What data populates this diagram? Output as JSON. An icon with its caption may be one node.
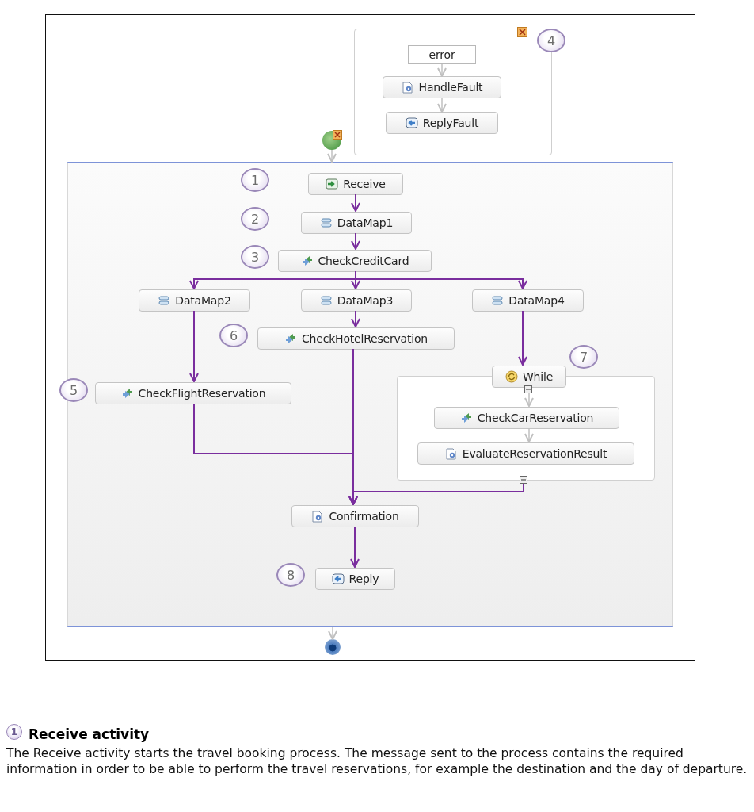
{
  "diagram": {
    "title": "Receive activity",
    "caption": "The Receive activity starts the travel booking process. The message sent to the process contains the required information in order to be able to perform the travel reservations, for example the destination and the day of departure.",
    "nodes": [
      {
        "text": [],
        "shape": "box"
      },
      {
        "text": [
          "error"
        ],
        "in": 0
      },
      {
        "text": [
          "HandleFault"
        ],
        "in": 0
      },
      {
        "text": [
          "ReplyFault"
        ],
        "in": 0
      },
      {
        "text": [],
        "shape": "circle"
      },
      {
        "text": [],
        "shape": "box"
      },
      {
        "text": [
          "Receive"
        ],
        "in": 5
      },
      {
        "text": [
          "DataMap1"
        ],
        "in": 5
      },
      {
        "text": [
          "CheckCreditCard"
        ],
        "in": 5
      },
      {
        "text": [
          "DataMap2"
        ],
        "in": 5
      },
      {
        "text": [
          "DataMap3"
        ],
        "in": 5
      },
      {
        "text": [
          "DataMap4"
        ],
        "in": 5
      },
      {
        "text": [
          "CheckHotelReservation"
        ],
        "in": 5
      },
      {
        "text": [
          "CheckFlightReservation"
        ],
        "in": 5
      },
      {
        "text": [
          "While"
        ],
        "in": 5
      },
      {
        "text": [],
        "shape": "box",
        "in": 5
      },
      {
        "text": [
          "CheckCarReservation"
        ],
        "in": 15
      },
      {
        "text": [
          "EvaluateReservationResult"
        ],
        "in": 15
      },
      {
        "text": [
          "Confirmation"
        ],
        "in": 5
      },
      {
        "text": [
          "Reply"
        ],
        "in": 5
      },
      {
        "text": [],
        "shape": "circle"
      }
    ],
    "edges": [
      {
        "from": 1,
        "to": 2,
        "arrow": "to",
        "color": "#c0c0c0"
      },
      {
        "from": 2,
        "to": 3,
        "arrow": "to",
        "color": "#c0c0c0"
      },
      {
        "from": 4,
        "to": 5,
        "arrow": "to",
        "color": "#c0c0c0"
      },
      {
        "from": 6,
        "to": 7,
        "arrow": "to"
      },
      {
        "from": 7,
        "to": 8,
        "arrow": "to"
      },
      {
        "from": 8,
        "to": 9,
        "arrow": "to"
      },
      {
        "from": 8,
        "to": 10,
        "arrow": "to"
      },
      {
        "from": 8,
        "to": 11,
        "arrow": "to"
      },
      {
        "from": 10,
        "to": 12,
        "arrow": "to"
      },
      {
        "from": 9,
        "to": 13,
        "arrow": "to"
      },
      {
        "from": 11,
        "to": 14,
        "arrow": "to"
      },
      {
        "from": 14,
        "to": 16,
        "arrow": "to",
        "color": "#c0c0c0"
      },
      {
        "from": 16,
        "to": 17,
        "arrow": "to",
        "color": "#c0c0c0"
      },
      {
        "from": 12,
        "to": 18,
        "arrow": "to"
      },
      {
        "from": 13,
        "to": 18,
        "arrow": "to"
      },
      {
        "from": 15,
        "to": 18,
        "arrow": "to"
      },
      {
        "from": 18,
        "to": 19,
        "arrow": "to"
      },
      {
        "from": 5,
        "to": 20,
        "arrow": "to",
        "color": "#c0c0c0"
      }
    ],
    "labels": [
      "4",
      "1",
      "2",
      "3",
      "6",
      "7",
      "5",
      "8",
      "1"
    ]
  }
}
